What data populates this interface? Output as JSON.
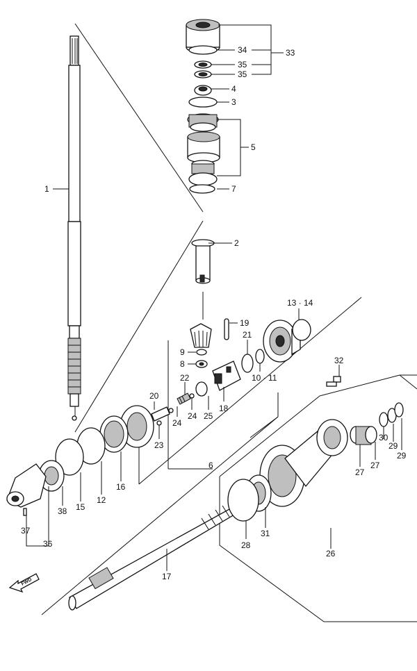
{
  "callouts": [
    {
      "id": "c1",
      "text": "1"
    },
    {
      "id": "c2",
      "text": "2"
    },
    {
      "id": "c3",
      "text": "3"
    },
    {
      "id": "c4",
      "text": "4"
    },
    {
      "id": "c5",
      "text": "5"
    },
    {
      "id": "c6",
      "text": "6"
    },
    {
      "id": "c7",
      "text": "7"
    },
    {
      "id": "c8",
      "text": "8"
    },
    {
      "id": "c9",
      "text": "9"
    },
    {
      "id": "c10_11",
      "text": "10 · 11"
    },
    {
      "id": "c12",
      "text": "12"
    },
    {
      "id": "c13_14",
      "text": "13 · 14"
    },
    {
      "id": "c15",
      "text": "15"
    },
    {
      "id": "c16",
      "text": "16"
    },
    {
      "id": "c17",
      "text": "17"
    },
    {
      "id": "c18",
      "text": "18"
    },
    {
      "id": "c19",
      "text": "19"
    },
    {
      "id": "c20",
      "text": "20"
    },
    {
      "id": "c21",
      "text": "21"
    },
    {
      "id": "c22",
      "text": "22"
    },
    {
      "id": "c23",
      "text": "23"
    },
    {
      "id": "c24a",
      "text": "24"
    },
    {
      "id": "c24b",
      "text": "24"
    },
    {
      "id": "c25",
      "text": "25"
    },
    {
      "id": "c26",
      "text": "26"
    },
    {
      "id": "c27a",
      "text": "27"
    },
    {
      "id": "c27b",
      "text": "27"
    },
    {
      "id": "c28",
      "text": "28"
    },
    {
      "id": "c29a",
      "text": "29"
    },
    {
      "id": "c29b",
      "text": "29"
    },
    {
      "id": "c30",
      "text": "30"
    },
    {
      "id": "c31",
      "text": "31"
    },
    {
      "id": "c32",
      "text": "32"
    },
    {
      "id": "c33",
      "text": "33"
    },
    {
      "id": "c34",
      "text": "34"
    },
    {
      "id": "c35a",
      "text": "35"
    },
    {
      "id": "c35b",
      "text": "35"
    },
    {
      "id": "c36",
      "text": "36"
    },
    {
      "id": "c37",
      "text": "37"
    },
    {
      "id": "c38",
      "text": "38"
    }
  ],
  "fwd_label": "FWD"
}
